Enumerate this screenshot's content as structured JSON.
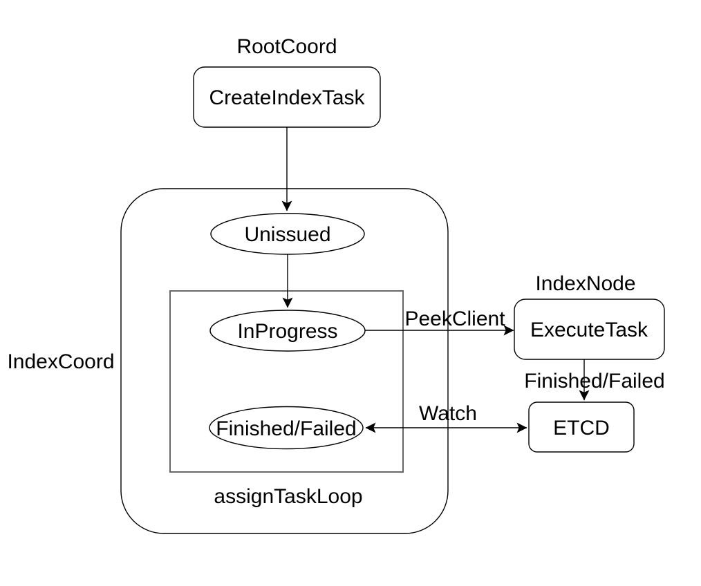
{
  "diagram": {
    "type": "flowchart",
    "colors": {
      "background": "#ffffff",
      "stroke": "#000000",
      "inner_group_stroke": "#666666",
      "text": "#000000"
    },
    "groups": {
      "root_coord": {
        "label": "RootCoord"
      },
      "index_coord": {
        "label": "IndexCoord"
      },
      "assign_task_loop": {
        "label": "assignTaskLoop"
      },
      "index_node": {
        "label": "IndexNode"
      }
    },
    "nodes": {
      "create_index_task": {
        "label": "CreateIndexTask",
        "shape": "rounded-rect"
      },
      "unissued": {
        "label": "Unissued",
        "shape": "ellipse"
      },
      "in_progress": {
        "label": "InProgress",
        "shape": "ellipse"
      },
      "finished_failed": {
        "label": "Finished/Failed",
        "shape": "ellipse"
      },
      "execute_task": {
        "label": "ExecuteTask",
        "shape": "rounded-rect"
      },
      "etcd": {
        "label": "ETCD",
        "shape": "rounded-rect"
      }
    },
    "edges": [
      {
        "from": "CreateIndexTask",
        "to": "Unissued",
        "arrow": "end"
      },
      {
        "from": "Unissued",
        "to": "InProgress",
        "arrow": "end"
      },
      {
        "from": "InProgress",
        "to": "ExecuteTask",
        "label": "PeekClient",
        "arrow": "end"
      },
      {
        "from": "ExecuteTask",
        "to": "ETCD",
        "label": "Finished/Failed",
        "arrow": "end"
      },
      {
        "from": "ETCD",
        "to": "Finished/Failed",
        "label": "Watch",
        "arrow": "both"
      }
    ]
  }
}
